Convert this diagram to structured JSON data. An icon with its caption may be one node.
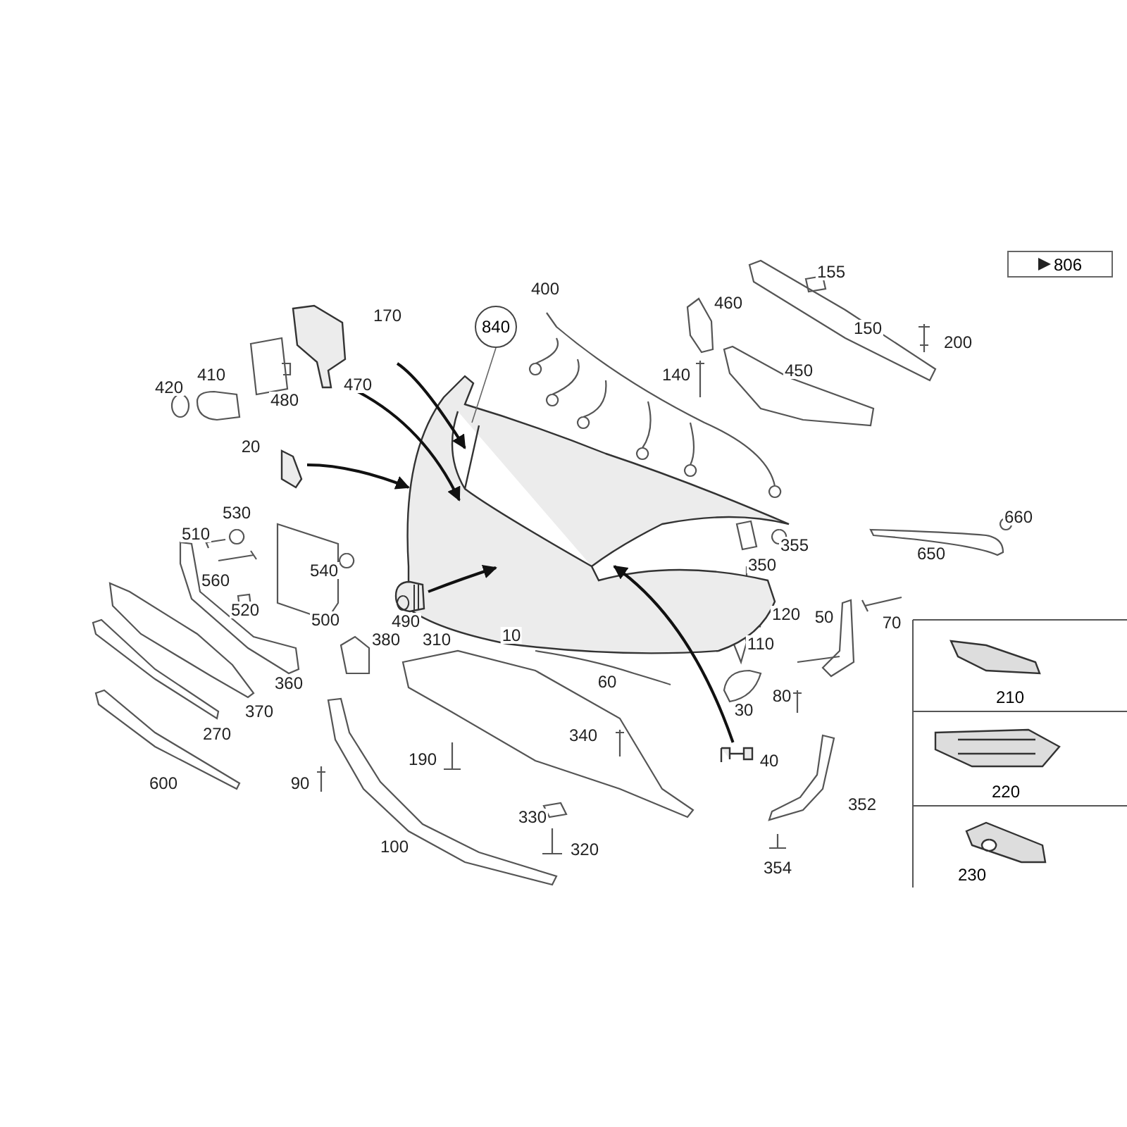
{
  "diagram": {
    "nodes": [
      {
        "text": [
          "840"
        ]
      },
      {
        "text": [
          "806"
        ]
      },
      {
        "text": [],
        "shape": "picture"
      },
      {
        "text": [],
        "shape": "picture"
      },
      {
        "text": [],
        "shape": "picture"
      },
      {
        "text": [],
        "shape": "picture"
      },
      {
        "text": [],
        "shape": "picture"
      },
      {
        "text": [
          "210"
        ]
      },
      {
        "text": [
          "220"
        ]
      },
      {
        "text": [
          "230"
        ]
      }
    ],
    "edges": [
      {
        "from": 0,
        "to": 2,
        "arrow": "none"
      },
      {
        "from": null,
        "to": 2,
        "arrow": "to"
      },
      {
        "from": 3,
        "to": 2,
        "arrow": "to"
      },
      {
        "from": 4,
        "to": 2,
        "arrow": "to"
      },
      {
        "from": 5,
        "to": 2,
        "arrow": "to"
      },
      {
        "from": 6,
        "to": 2,
        "arrow": "to"
      }
    ],
    "labels": [
      "155",
      "400",
      "460",
      "170",
      "150",
      "200",
      "420",
      "410",
      "480",
      "470",
      "140",
      "450",
      "20",
      "510",
      "530",
      "355",
      "650",
      "660",
      "560",
      "540",
      "350",
      "520",
      "500",
      "490",
      "120",
      "50",
      "70",
      "380",
      "310",
      "10",
      "110",
      "360",
      "60",
      "30",
      "80",
      "370",
      "270",
      "340",
      "190",
      "40",
      "600",
      "90",
      "352",
      "330",
      "320",
      "354",
      "100"
    ]
  }
}
